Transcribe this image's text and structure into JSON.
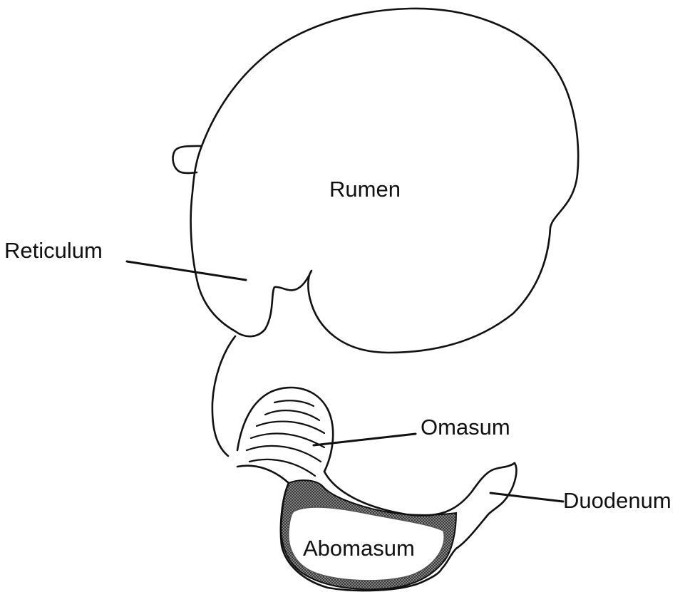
{
  "diagram": {
    "labels": {
      "rumen": "Rumen",
      "reticulum": "Reticulum",
      "omasum": "Omasum",
      "duodenum": "Duodenum",
      "abomasum": "Abomasum"
    },
    "colors": {
      "ink": "#111111",
      "background": "#ffffff",
      "abomasum_wall": "#8a8a8a"
    }
  }
}
